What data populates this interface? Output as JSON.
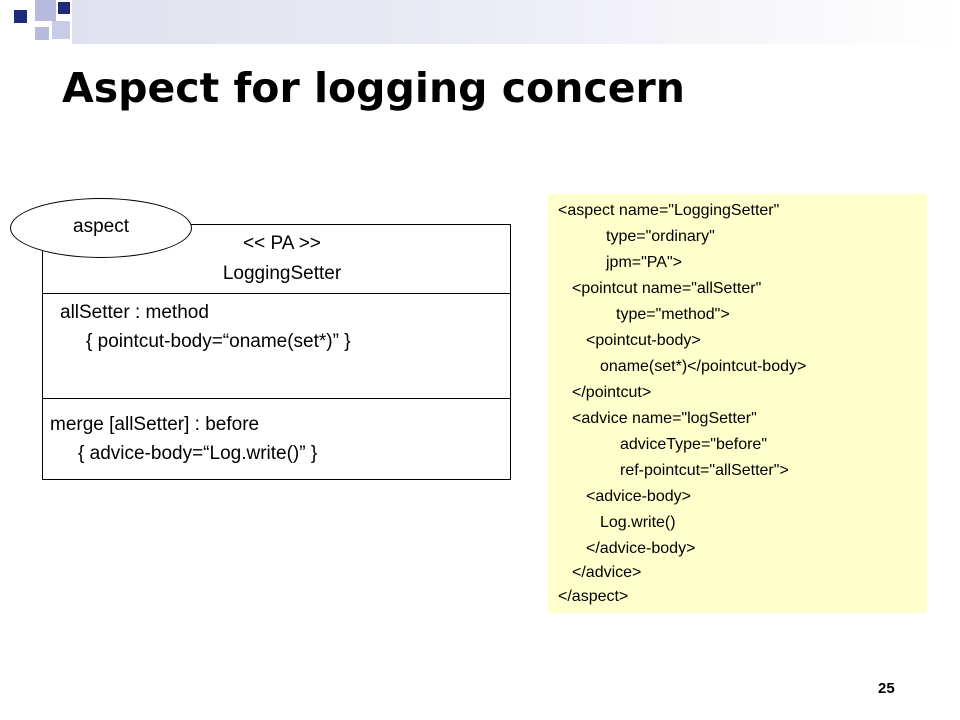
{
  "slide": {
    "title": "Aspect for logging concern",
    "page_number": "25",
    "colors": {
      "corner_square_dark": "#1f2a7a",
      "corner_square_light": "#b7bbe0",
      "code_panel_background": "#ffffcc"
    }
  },
  "diagram": {
    "stereotype_label": "aspect",
    "stereotype": "<< PA >>",
    "class_name": "LoggingSetter",
    "pointcut_line": "allSetter : method",
    "pointcut_body": "{ pointcut-body=“oname(set*)”  }",
    "advice_line": "merge [allSetter] : before",
    "advice_body": "{ advice-body=“Log.write()”  }"
  },
  "xml_code": {
    "lines": [
      "<aspect name=\"LoggingSetter\"",
      "type=\"ordinary\"",
      "jpm=\"PA\">",
      "<pointcut name=\"allSetter\"",
      "type=\"method\">",
      "<pointcut-body>",
      "oname(set*)</pointcut-body>",
      "</pointcut>",
      "<advice name=\"logSetter\"",
      "adviceType=\"before\"",
      "ref-pointcut=\"allSetter\">",
      "<advice-body>",
      "Log.write()",
      "</advice-body>",
      "</advice>",
      "</aspect>"
    ]
  }
}
